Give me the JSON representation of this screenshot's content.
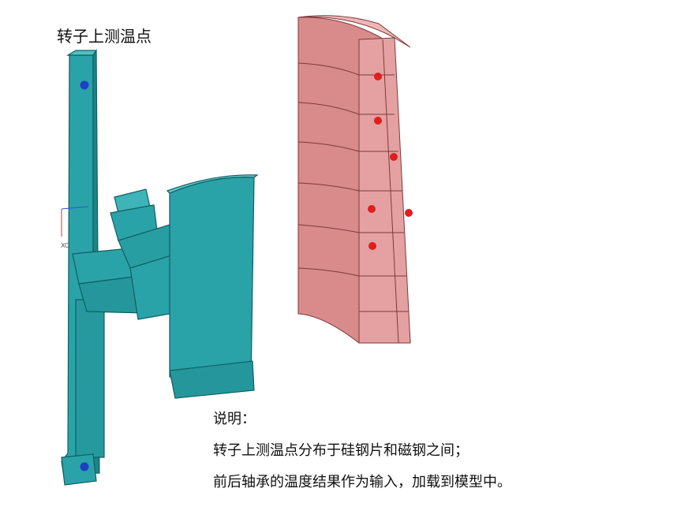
{
  "title": "转子上测温点",
  "notes": {
    "heading": "说明：",
    "line1": "转子上测温点分布于硅钢片和磁钢之间；",
    "line2": "前后轴承的温度结果作为输入，加载到模型中。"
  },
  "axis_triad": {
    "label": "XC"
  },
  "colors": {
    "teal_model": "#2aa3a8",
    "pink_model": "#d98a8a",
    "rotor_point": "#e11d1d",
    "shaft_point": "#1f3fc4"
  }
}
